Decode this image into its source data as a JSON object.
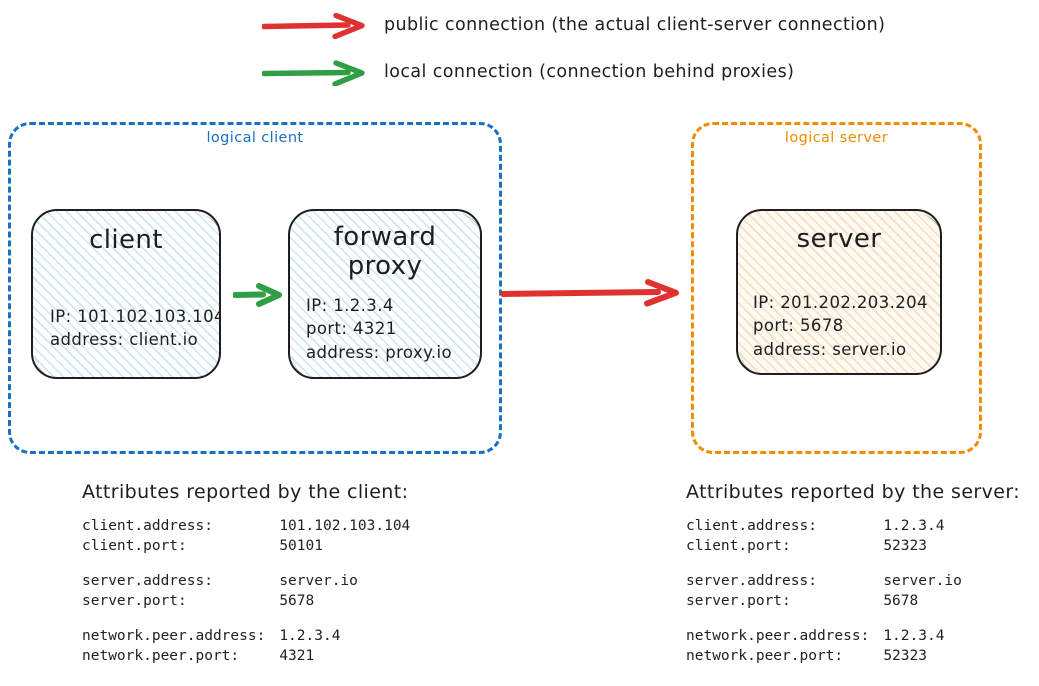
{
  "legend": [
    {
      "arrow_color": "#e03131",
      "icon": "red-right-arrow-icon",
      "label": "public connection (the actual client-server connection)"
    },
    {
      "arrow_color": "#2f9e44",
      "icon": "green-right-arrow-icon",
      "label": "local connection (connection behind proxies)"
    }
  ],
  "groups": {
    "client": {
      "label": "logical client",
      "border_color": "#1971c2",
      "nodes": [
        {
          "title": "client",
          "props": [
            "IP: 101.102.103.104",
            "address: client.io"
          ]
        },
        {
          "title": "forward\nproxy",
          "title_line1": "forward",
          "title_line2": "proxy",
          "props": [
            "IP: 1.2.3.4",
            "port: 4321",
            "address: proxy.io"
          ]
        }
      ]
    },
    "server": {
      "label": "logical server",
      "border_color": "#f08c00",
      "nodes": [
        {
          "title": "server",
          "props": [
            "IP: 201.202.203.204",
            "port: 5678",
            "address: server.io"
          ]
        }
      ]
    }
  },
  "connectors": {
    "client_to_proxy": {
      "color": "#2f9e44",
      "type": "local"
    },
    "proxy_to_server": {
      "color": "#e03131",
      "type": "public"
    }
  },
  "attributes": {
    "client": {
      "heading": "Attributes reported by the client:",
      "rows": [
        {
          "key": "client.address:",
          "value": "101.102.103.104"
        },
        {
          "key": "client.port:",
          "value": "50101"
        },
        {
          "key": "",
          "value": ""
        },
        {
          "key": "server.address:",
          "value": "server.io"
        },
        {
          "key": "server.port:",
          "value": "5678"
        },
        {
          "key": "",
          "value": ""
        },
        {
          "key": "network.peer.address:",
          "value": "1.2.3.4"
        },
        {
          "key": "network.peer.port:",
          "value": "4321"
        }
      ]
    },
    "server": {
      "heading": "Attributes reported by the server:",
      "rows": [
        {
          "key": "client.address:",
          "value": "1.2.3.4"
        },
        {
          "key": "client.port:",
          "value": "52323"
        },
        {
          "key": "",
          "value": ""
        },
        {
          "key": "server.address:",
          "value": "server.io"
        },
        {
          "key": "server.port:",
          "value": "5678"
        },
        {
          "key": "",
          "value": ""
        },
        {
          "key": "network.peer.address:",
          "value": "1.2.3.4"
        },
        {
          "key": "network.peer.port:",
          "value": "52323"
        }
      ]
    }
  }
}
